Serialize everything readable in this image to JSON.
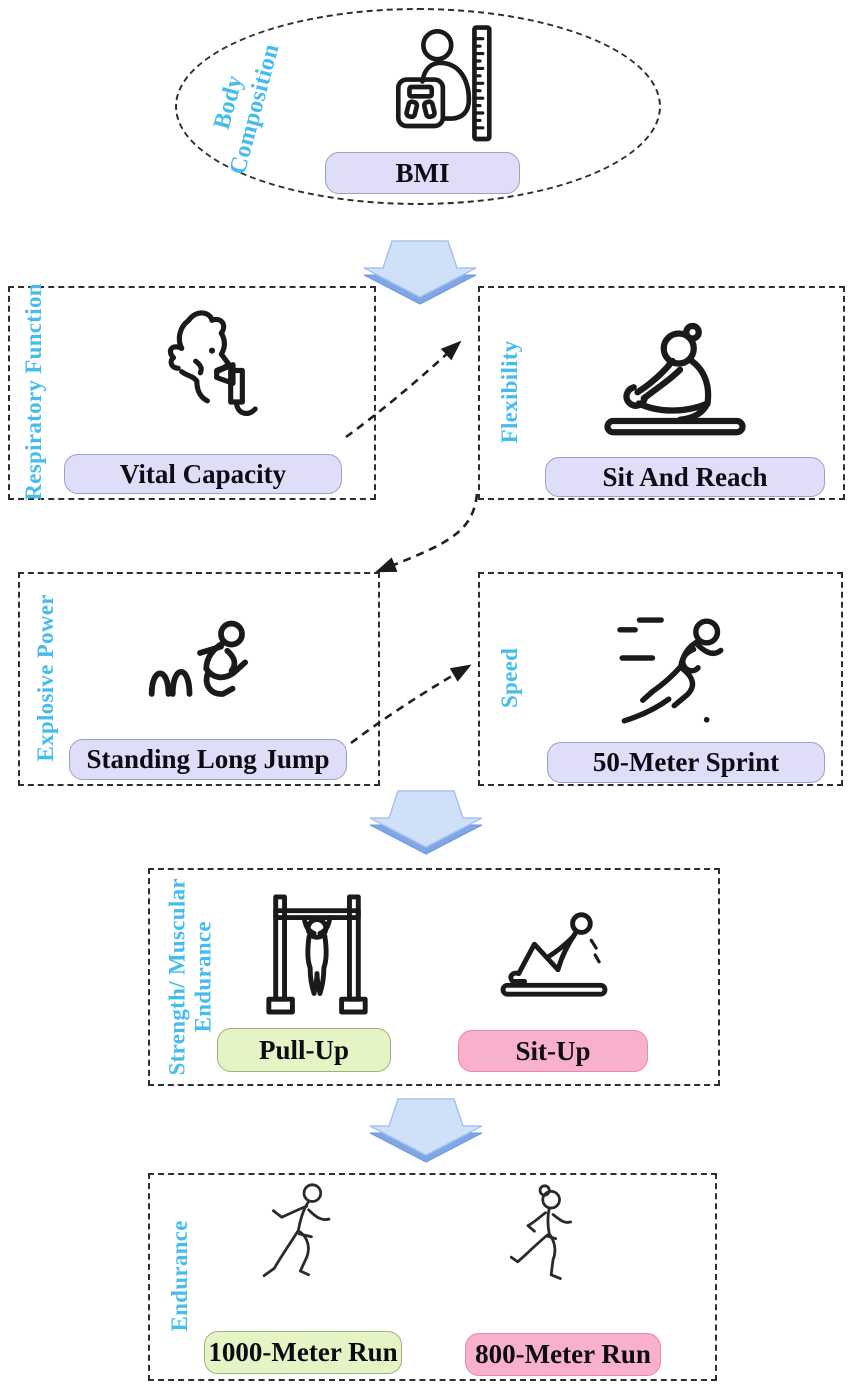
{
  "figure_type": "fitness-test-flow-diagram",
  "colors": {
    "category_label": "#45bbee",
    "badge_lavender_fill": "#dfddf8",
    "badge_lavender_border": "#97a2c6",
    "badge_green_fill": "#e4f4c4",
    "badge_green_border": "#9fb07c",
    "badge_pink_fill": "#f9b0cc",
    "badge_pink_border": "#ec88ad",
    "flow_arrow_light": "#cfe1f8",
    "flow_arrow_dark": "#7fa7e8",
    "dashed_outline": "#2e2e2e"
  },
  "nodes": {
    "body_composition": {
      "category_line1": "Body",
      "category_line2": "Composition",
      "test": "BMI",
      "icon": "bmi-measurement-icon"
    },
    "respiratory_function": {
      "category": "Respiratory Function",
      "test": "Vital Capacity",
      "icon": "spirometry-icon"
    },
    "flexibility": {
      "category": "Flexibility",
      "test": "Sit And Reach",
      "icon": "sit-and-reach-icon"
    },
    "explosive_power": {
      "category": "Explosive Power",
      "test": "Standing Long Jump",
      "icon": "long-jump-icon"
    },
    "speed": {
      "category": "Speed",
      "test": "50-Meter Sprint",
      "icon": "sprint-icon"
    },
    "strength_muscular_endurance": {
      "category_line1": "Strength/ Muscular",
      "category_line2": "Endurance",
      "tests": [
        {
          "label": "Pull-Up",
          "icon": "pull-up-icon",
          "color": "green"
        },
        {
          "label": "Sit-Up",
          "icon": "sit-up-icon",
          "color": "pink"
        }
      ]
    },
    "endurance": {
      "category": "Endurance",
      "tests": [
        {
          "label": "1000-Meter Run",
          "icon": "male-runner-icon",
          "color": "green"
        },
        {
          "label": "800-Meter Run",
          "icon": "female-runner-icon",
          "color": "pink"
        }
      ]
    }
  }
}
